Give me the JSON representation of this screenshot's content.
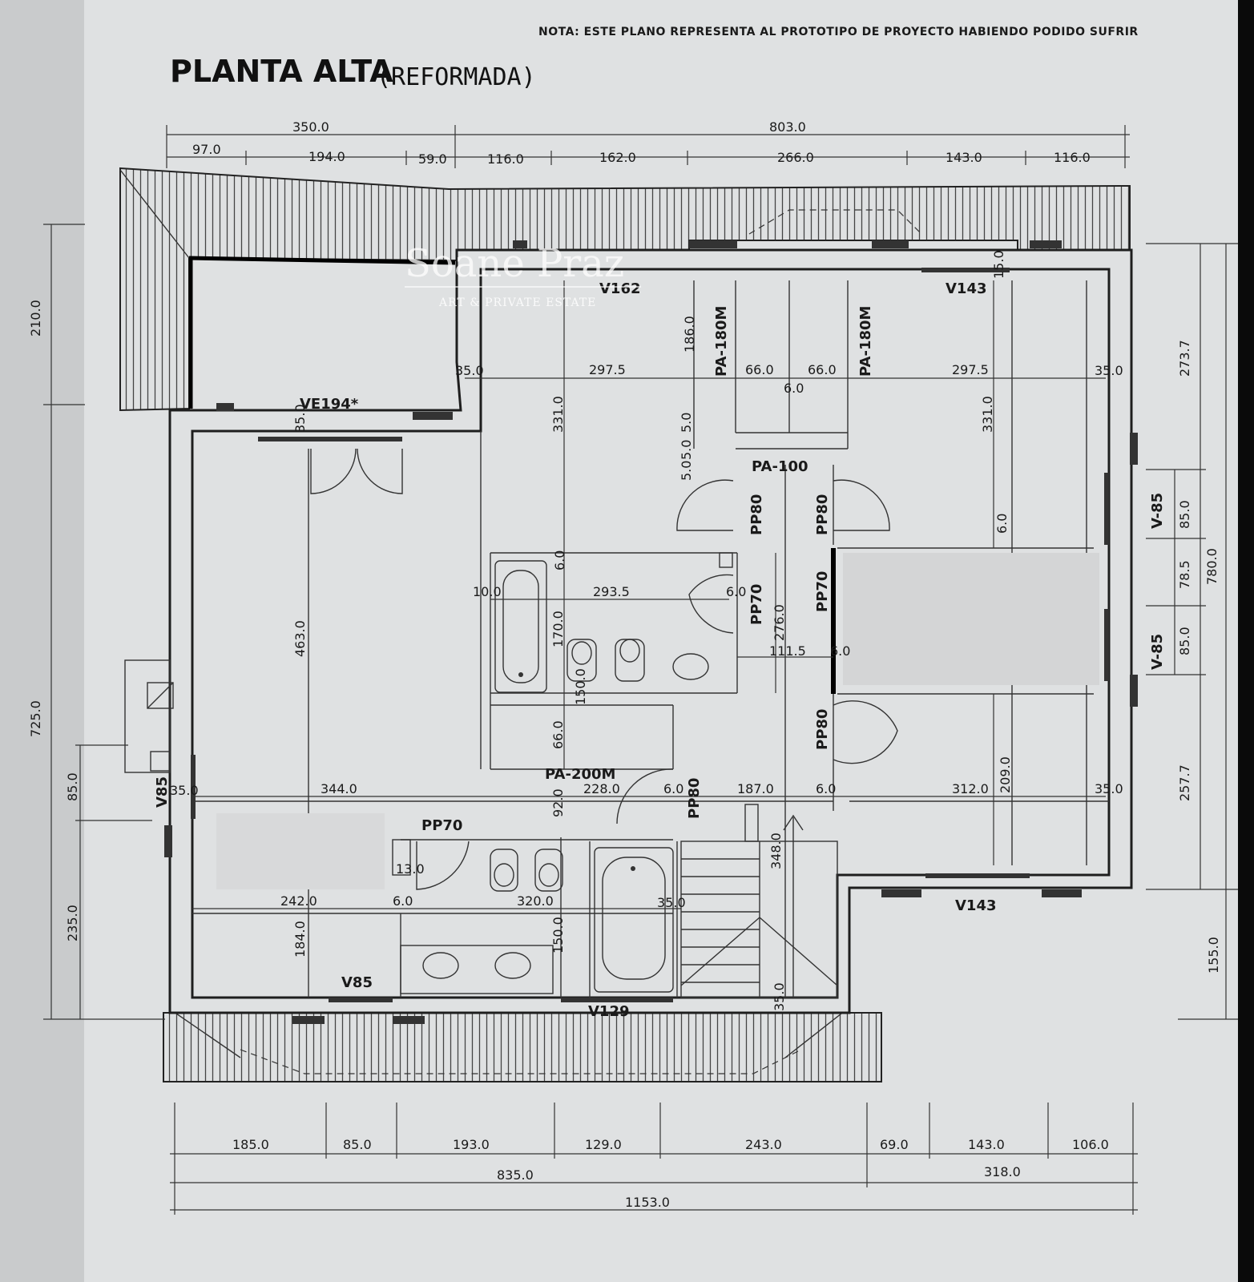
{
  "note": "NOTA: ESTE PLANO REPRESENTA AL PROTOTIPO DE PROYECTO HABIENDO PODIDO SUFRIR",
  "title": "PLANTA ALTA",
  "title_handwritten": "(REFORMADA)",
  "watermark": {
    "brand": "Soane Praz",
    "tagline": "ART & PRIVATE ESTATE"
  },
  "dimensions": {
    "top_row1": [
      "350.0",
      "803.0"
    ],
    "top_row2": [
      "97.0",
      "194.0",
      "59.0",
      "116.0",
      "162.0",
      "266.0",
      "143.0",
      "116.0"
    ],
    "bottom_row1": [
      "185.0",
      "85.0",
      "193.0",
      "129.0",
      "243.0",
      "69.0",
      "143.0",
      "106.0"
    ],
    "bottom_row2": [
      "835.0",
      "318.0"
    ],
    "bottom_total": "1153.0",
    "left": [
      "210.0",
      "725.0",
      "85.0",
      "235.0"
    ],
    "right": [
      "273.7",
      "85.0",
      "78.5",
      "85.0",
      "257.7",
      "780.0",
      "155.0"
    ],
    "interior": {
      "d1": "297.5",
      "d2": "66.0",
      "d3": "6.0",
      "d4": "66.0",
      "d5": "297.5",
      "d6": "331.0",
      "d7": "186.0",
      "d8": "331.0",
      "d9": "293.5",
      "d10": "170.0",
      "d11": "276.0",
      "d12": "111.5",
      "d13": "463.0",
      "d14": "344.0",
      "d15": "228.0",
      "d16": "187.0",
      "d17": "312.0",
      "d18": "209.0",
      "d19": "66.0",
      "d20": "92.0",
      "d21": "348.0",
      "d22": "242.0",
      "d23": "6.0",
      "d24": "320.0",
      "d25": "184.0",
      "d26": "150.0",
      "d27": "35.0",
      "d28": "35.0",
      "d29": "35.0",
      "d30": "35.0",
      "d31": "35.0",
      "d32": "10.0",
      "d33": "6.0",
      "d34": "6.0",
      "d35": "13.0",
      "d36": "5.0",
      "d37": "5.0",
      "d38": "15.0",
      "d39": "35.0",
      "d40": "6.0",
      "d41": "6.0",
      "d42": "6.0",
      "d43": "6.0",
      "d44": "35.0",
      "d45": "150.0",
      "d46": "5.0"
    }
  },
  "labels": {
    "v162": "V162",
    "v143_top": "V143",
    "v143_bottom": "V143",
    "ve194": "VE194*",
    "pa180_left": "PA-180M",
    "pa180_right": "PA-180M",
    "pa100": "PA-100",
    "pp80_left": "PP80",
    "pp80_right": "PP80",
    "pp80_lower": "PP80",
    "pp80_stair": "PP80",
    "pp70_a": "PP70",
    "pp70_b": "PP70",
    "pp70_c": "PP70",
    "pa200": "PA-200M",
    "v85_left": "V85",
    "v85_bottom": "V85",
    "v129": "V129",
    "v85_right1": "V-85",
    "v85_right2": "V-85"
  }
}
